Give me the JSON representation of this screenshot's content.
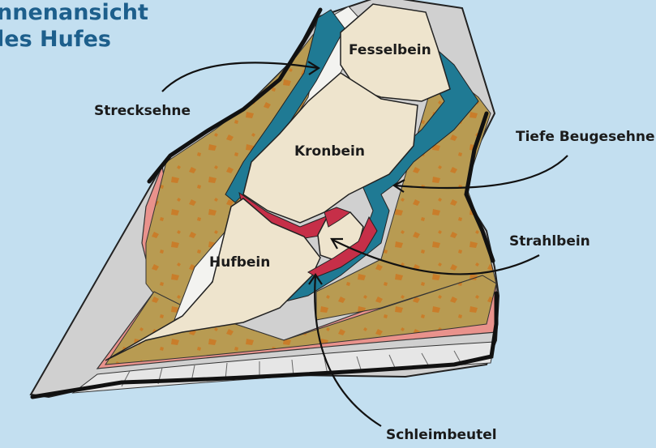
{
  "title": {
    "line1": "nnenansicht",
    "line2": "les Hufes"
  },
  "labels": {
    "fesselbein": "Fesselbein",
    "strecksehne": "Strecksehne",
    "kronbein": "Kronbein",
    "tiefe_beugesehne": "Tiefe Beugesehne",
    "strahlbein": "Strahlbein",
    "hufbein": "Hufbein",
    "schleimbeutel": "Schleimbeutel"
  },
  "colors": {
    "background": "#c3dff0",
    "title": "#1d5f8c",
    "bone": "#eee4cd",
    "tendon": "#1f7a94",
    "cartilage": "#c62f48",
    "tissue": "#b89b52",
    "wall": "#d0d0d0",
    "corium": "#e9928c"
  }
}
